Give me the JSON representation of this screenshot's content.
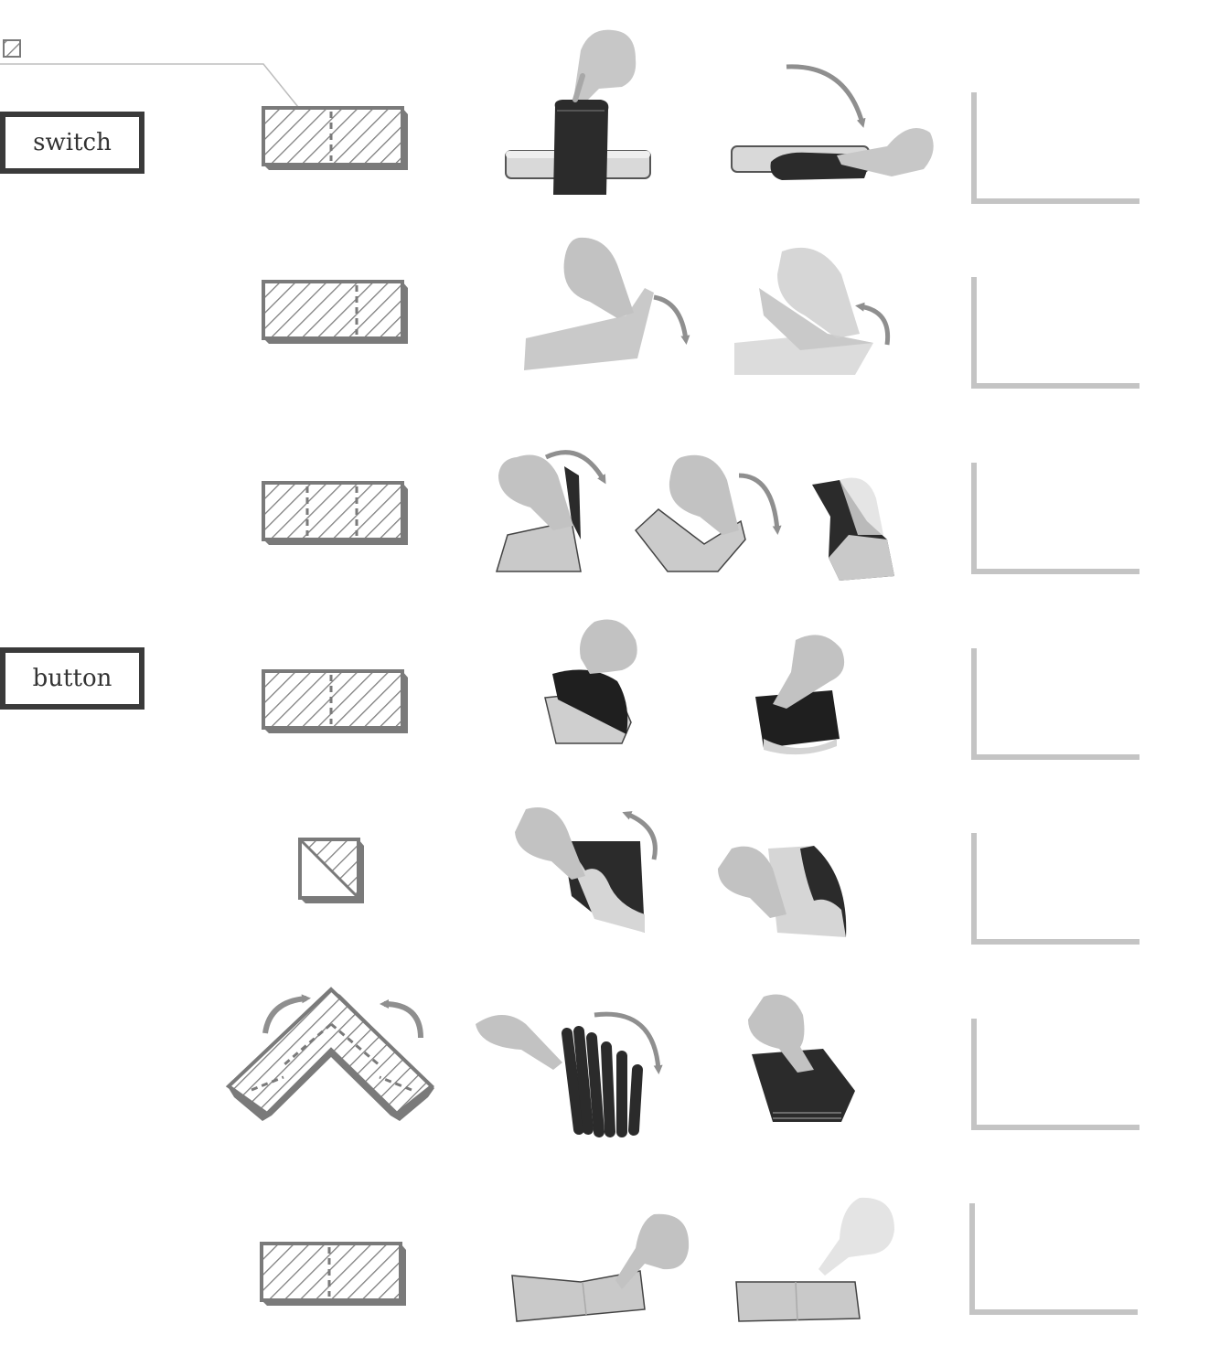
{
  "labels": {
    "switch": "switch",
    "button": "button"
  },
  "colors": {
    "diagram_stroke": "#7a7a7a",
    "axis_gray": "#c4c4c4",
    "label_border": "#3a3a3a",
    "dark_material": "#2b2b2b",
    "light_material": "#c9c9c9",
    "hand": "#bdbdbd",
    "arrow": "#8f8f8f"
  },
  "legend_icon": "hatched-swatch-icon",
  "rows": [
    {
      "diagram": "hatched-rectangle-one-fold",
      "photos": [
        "dark-strip-over-bar-photo",
        "strip-folded-flat-photo"
      ]
    },
    {
      "diagram": "hatched-rectangle-one-fold-right",
      "photos": [
        "light-sheet-lift-edge-photo",
        "light-sheet-folded-back-photo"
      ]
    },
    {
      "diagram": "hatched-rectangle-two-folds",
      "photos": [
        "sheet-first-fold-photo",
        "sheet-second-fold-photo",
        "sheet-folded-tube-photo"
      ]
    },
    {
      "diagram": "hatched-rectangle-center-fold",
      "photos": [
        "dark-sheet-curl-photo",
        "dark-sheet-flattened-photo"
      ]
    },
    {
      "diagram": "hatched-square",
      "photos": [
        "square-corner-lift-photo",
        "square-curl-photo"
      ]
    },
    {
      "diagram": "hatched-chevron",
      "photos": [
        "accordion-fan-photo",
        "accordion-collapsed-photo"
      ]
    },
    {
      "diagram": "hatched-rectangle-center-fold",
      "photos": [
        "light-sheet-press-photo",
        "light-sheet-release-photo"
      ]
    }
  ]
}
